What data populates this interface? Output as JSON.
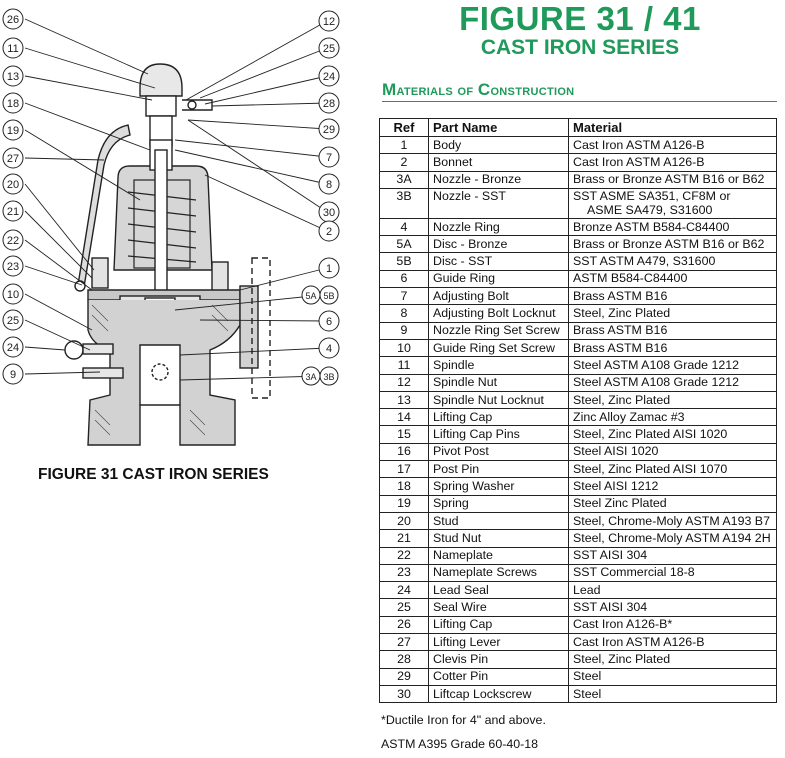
{
  "header": {
    "figure_title": "FIGURE 31 / 41",
    "series_title": "CAST IRON SERIES",
    "section_first": "M",
    "section_rest1": "aterials of ",
    "section_c": "C",
    "section_rest2": "onstruction"
  },
  "drawing": {
    "caption": "FIGURE 31 CAST IRON SERIES",
    "callouts_left": [
      "26",
      "11",
      "13",
      "18",
      "19",
      "27",
      "20",
      "21",
      "22",
      "23",
      "10",
      "25",
      "24",
      "9"
    ],
    "callouts_right": [
      "12",
      "25",
      "24",
      "28",
      "29",
      "7",
      "8",
      "30",
      "2",
      "1",
      "5A",
      "5B",
      "6",
      "4",
      "3A",
      "3B"
    ]
  },
  "table": {
    "headers": {
      "ref": "Ref",
      "part": "Part Name",
      "material": "Material"
    },
    "rows": [
      {
        "ref": "1",
        "part": "Body",
        "material": "Cast Iron ASTM A126-B"
      },
      {
        "ref": "2",
        "part": "Bonnet",
        "material": "Cast Iron ASTM A126-B"
      },
      {
        "ref": "3A",
        "part": "Nozzle - Bronze",
        "material": "Brass or Bronze ASTM B16 or B62"
      },
      {
        "ref": "3B",
        "part": "Nozzle - SST",
        "material": "SST ASME SA351, CF8M or",
        "material2": "ASME SA479, S31600"
      },
      {
        "ref": "4",
        "part": "Nozzle Ring",
        "material": "Bronze ASTM B584-C84400"
      },
      {
        "ref": "5A",
        "part": "Disc - Bronze",
        "material": "Brass or Bronze ASTM B16 or B62"
      },
      {
        "ref": "5B",
        "part": "Disc - SST",
        "material": "SST ASTM A479, S31600"
      },
      {
        "ref": "6",
        "part": "Guide Ring",
        "material": "ASTM B584-C84400"
      },
      {
        "ref": "7",
        "part": "Adjusting Bolt",
        "material": "Brass ASTM B16"
      },
      {
        "ref": "8",
        "part": "Adjusting Bolt Locknut",
        "material": "Steel, Zinc Plated"
      },
      {
        "ref": "9",
        "part": "Nozzle Ring Set Screw",
        "material": "Brass ASTM B16"
      },
      {
        "ref": "10",
        "part": "Guide Ring Set Screw",
        "material": "Brass ASTM B16"
      },
      {
        "ref": "11",
        "part": "Spindle",
        "material": "Steel ASTM A108 Grade 1212"
      },
      {
        "ref": "12",
        "part": "Spindle Nut",
        "material": "Steel ASTM A108 Grade 1212"
      },
      {
        "ref": "13",
        "part": "Spindle Nut Locknut",
        "material": "Steel, Zinc Plated"
      },
      {
        "ref": "14",
        "part": "Lifting Cap",
        "material": "Zinc Alloy Zamac #3"
      },
      {
        "ref": "15",
        "part": "Lifting Cap Pins",
        "material": "Steel, Zinc Plated AISI 1020"
      },
      {
        "ref": "16",
        "part": "Pivot Post",
        "material": "Steel AISI 1020"
      },
      {
        "ref": "17",
        "part": "Post Pin",
        "material": "Steel, Zinc Plated AISI 1070"
      },
      {
        "ref": "18",
        "part": "Spring Washer",
        "material": "Steel AISI 1212"
      },
      {
        "ref": "19",
        "part": "Spring",
        "material": "Steel Zinc Plated"
      },
      {
        "ref": "20",
        "part": "Stud",
        "material": "Steel, Chrome-Moly ASTM A193 B7"
      },
      {
        "ref": "21",
        "part": "Stud Nut",
        "material": "Steel, Chrome-Moly ASTM A194 2H"
      },
      {
        "ref": "22",
        "part": "Nameplate",
        "material": "SST AISI 304"
      },
      {
        "ref": "23",
        "part": "Nameplate Screws",
        "material": "SST Commercial 18-8"
      },
      {
        "ref": "24",
        "part": "Lead Seal",
        "material": "Lead"
      },
      {
        "ref": "25",
        "part": "Seal Wire",
        "material": "SST AISI 304"
      },
      {
        "ref": "26",
        "part": "Lifting Cap",
        "material": "Cast Iron A126-B*"
      },
      {
        "ref": "27",
        "part": "Lifting Lever",
        "material": "Cast Iron ASTM A126-B"
      },
      {
        "ref": "28",
        "part": "Clevis Pin",
        "material": "Steel, Zinc Plated"
      },
      {
        "ref": "29",
        "part": "Cotter Pin",
        "material": "Steel"
      },
      {
        "ref": "30",
        "part": "Liftcap Lockscrew",
        "material": "Steel"
      }
    ]
  },
  "footnotes": {
    "line1": "*Ductile Iron for 4\" and above.",
    "line2": "ASTM A395 Grade 60-40-18"
  },
  "colors": {
    "accent": "#1f9a5a",
    "line": "#222222"
  }
}
